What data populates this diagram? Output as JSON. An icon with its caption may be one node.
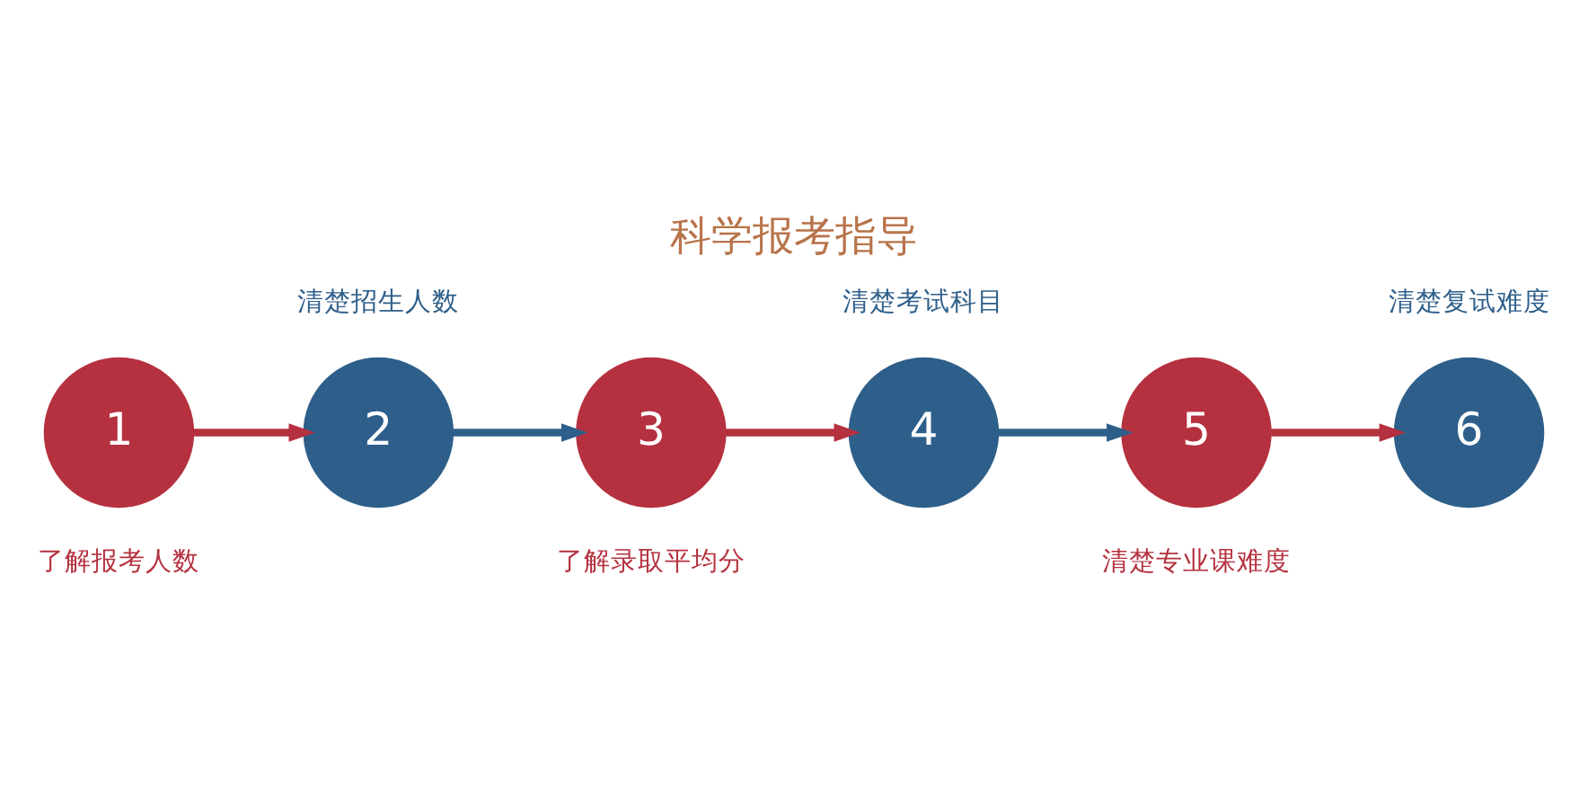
{
  "diagram": {
    "title": "科学报考指导",
    "nodes": [
      {
        "text": [
          "1"
        ],
        "beside": [
          "了解报考人数"
        ]
      },
      {
        "text": [
          "2"
        ],
        "beside": [
          "清楚招生人数"
        ]
      },
      {
        "text": [
          "3"
        ],
        "beside": [
          "了解录取平均分"
        ]
      },
      {
        "text": [
          "4"
        ],
        "beside": [
          "清楚考试科目"
        ]
      },
      {
        "text": [
          "5"
        ],
        "beside": [
          "清楚专业课难度"
        ]
      },
      {
        "text": [
          "6"
        ],
        "beside": [
          "清楚复试难度"
        ]
      }
    ],
    "edges": [
      {
        "from": 0,
        "to": 1,
        "arrow": "to"
      },
      {
        "from": 1,
        "to": 2,
        "arrow": "to",
        "color": "#2e5f8a"
      },
      {
        "from": 2,
        "to": 3,
        "arrow": "to"
      },
      {
        "from": 3,
        "to": 4,
        "arrow": "to",
        "color": "#2e5f8a"
      },
      {
        "from": 4,
        "to": 5,
        "arrow": "to"
      }
    ]
  }
}
